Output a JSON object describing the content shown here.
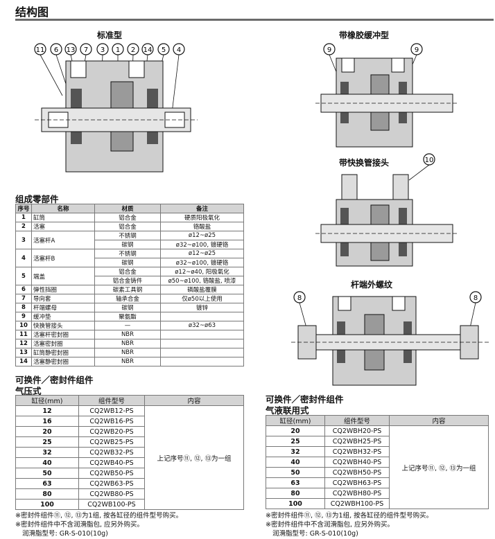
{
  "page": {
    "title": "结构图"
  },
  "diagrams": {
    "standard": {
      "caption": "标准型",
      "callouts": [
        "⑪",
        "⑥",
        "⑬",
        "⑦",
        "③",
        "①",
        "②",
        "⑭",
        "⑤",
        "④"
      ]
    },
    "rubber": {
      "caption": "带橡胶缓冲型",
      "callouts": [
        "⑨",
        "⑨"
      ]
    },
    "fitting": {
      "caption": "带快换管接头",
      "callouts": [
        "⑩"
      ]
    },
    "thread": {
      "caption": "杆端外螺纹",
      "callouts": [
        "⑧",
        "⑧"
      ]
    }
  },
  "parts": {
    "heading": "组成零部件",
    "headers": [
      "序号",
      "名称",
      "材质",
      "备注"
    ],
    "rows": [
      {
        "no": "1",
        "name": "缸筒",
        "material": "铝合金",
        "note": "硬质阳极氧化"
      },
      {
        "no": "2",
        "name": "活塞",
        "material": "铝合金",
        "note": "铬酸盐"
      },
      {
        "no": "3",
        "name": "活塞杆A",
        "material": "不锈钢",
        "note": "ø12~ø25",
        "material2": "碳钢",
        "note2": "ø32~ø100, 镀硬铬"
      },
      {
        "no": "4",
        "name": "活塞杆B",
        "material": "不锈钢",
        "note": "ø12~ø25",
        "material2": "碳钢",
        "note2": "ø32~ø100, 镀硬铬"
      },
      {
        "no": "5",
        "name": "端盖",
        "material": "铝合金",
        "note": "ø12~ø40, 阳极氧化",
        "material2": "铝合金铸件",
        "note2": "ø50~ø100, 铬酸盐, 喷漆"
      },
      {
        "no": "6",
        "name": "弹性挡圈",
        "material": "碳素工具钢",
        "note": "磷酸盐覆膜"
      },
      {
        "no": "7",
        "name": "导向套",
        "material": "轴承合金",
        "note": "仅ø50以上使用"
      },
      {
        "no": "8",
        "name": "杆端螺母",
        "material": "碳钢",
        "note": "镀锌"
      },
      {
        "no": "9",
        "name": "缓冲垫",
        "material": "聚氨酯",
        "note": ""
      },
      {
        "no": "10",
        "name": "快换管接头",
        "material": "—",
        "note": "ø32~ø63"
      },
      {
        "no": "11",
        "name": "活塞杆密封圈",
        "material": "NBR",
        "note": ""
      },
      {
        "no": "12",
        "name": "活塞密封圈",
        "material": "NBR",
        "note": ""
      },
      {
        "no": "13",
        "name": "缸筒静密封圈",
        "material": "NBR",
        "note": ""
      },
      {
        "no": "14",
        "name": "活塞静密封圈",
        "material": "NBR",
        "note": ""
      }
    ]
  },
  "kits": {
    "heading": "可换件／密封件组件",
    "air": {
      "subheading": "气压式",
      "headers": [
        "缸径(mm)",
        "组件型号",
        "内容"
      ],
      "content": "上记序号⑪, ⑫, ⑬为一组",
      "rows": [
        {
          "bore": "12",
          "model": "CQ2WB12-PS"
        },
        {
          "bore": "16",
          "model": "CQ2WB16-PS"
        },
        {
          "bore": "20",
          "model": "CQ2WB20-PS"
        },
        {
          "bore": "25",
          "model": "CQ2WB25-PS"
        },
        {
          "bore": "32",
          "model": "CQ2WB32-PS"
        },
        {
          "bore": "40",
          "model": "CQ2WB40-PS"
        },
        {
          "bore": "50",
          "model": "CQ2WB50-PS"
        },
        {
          "bore": "63",
          "model": "CQ2WB63-PS"
        },
        {
          "bore": "80",
          "model": "CQ2WB80-PS"
        },
        {
          "bore": "100",
          "model": "CQ2WB100-PS"
        }
      ],
      "notes": [
        "※密封件组件⑪, ⑫, ⑬为1组, 按各缸径的组件型号购买。",
        "※密封件组件中不含润滑脂包, 应另外购买。",
        "润滑脂型号: GR-S-010(10g)"
      ]
    },
    "hydro": {
      "subheading": "气液联用式",
      "headers": [
        "缸径(mm)",
        "组件型号",
        "内容"
      ],
      "content": "上记序号⑪, ⑫, ⑬为一组",
      "rows": [
        {
          "bore": "20",
          "model": "CQ2WBH20-PS"
        },
        {
          "bore": "25",
          "model": "CQ2WBH25-PS"
        },
        {
          "bore": "32",
          "model": "CQ2WBH32-PS"
        },
        {
          "bore": "40",
          "model": "CQ2WBH40-PS"
        },
        {
          "bore": "50",
          "model": "CQ2WBH50-PS"
        },
        {
          "bore": "63",
          "model": "CQ2WBH63-PS"
        },
        {
          "bore": "80",
          "model": "CQ2WBH80-PS"
        },
        {
          "bore": "100",
          "model": "CQ2WBH100-PS"
        }
      ],
      "notes": [
        "※密封件组件⑪, ⑫, ⑬为1组, 按各缸径的组件型号购买。",
        "※密封件组件中不含润滑脂包, 应另外购买。",
        "润滑脂型号: GR-S-010(10g)"
      ]
    }
  }
}
